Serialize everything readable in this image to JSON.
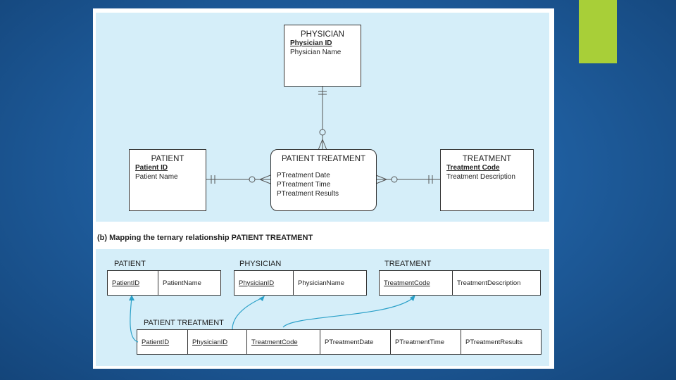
{
  "colors": {
    "accent": "#a8cf38",
    "panel": "#d5eef9",
    "connector": "#2aa0c8"
  },
  "diagram": {
    "entities": {
      "physician": {
        "title": "PHYSICIAN",
        "key": "Physician ID",
        "attrs": [
          "Physician Name"
        ]
      },
      "patient": {
        "title": "PATIENT",
        "key": "Patient ID",
        "attrs": [
          "Patient Name"
        ]
      },
      "patient_treatment": {
        "title": "PATIENT TREATMENT",
        "attrs": [
          "PTreatment Date",
          "PTreatment Time",
          "PTreatment Results"
        ]
      },
      "treatment": {
        "title": "TREATMENT",
        "key": "Treatment Code",
        "attrs": [
          "Treatment Description"
        ]
      }
    }
  },
  "caption": "(b) Mapping the ternary relationship PATIENT TREATMENT",
  "relations": {
    "patient": {
      "name": "PATIENT",
      "columns": [
        "PatientID",
        "PatientName"
      ]
    },
    "physician": {
      "name": "PHYSICIAN",
      "columns": [
        "PhysicianID",
        "PhysicianName"
      ]
    },
    "treatment": {
      "name": "TREATMENT",
      "columns": [
        "TreatmentCode",
        "TreatmentDescription"
      ]
    },
    "patient_treatment": {
      "name": "PATIENT TREATMENT",
      "columns": [
        "PatientID",
        "PhysicianID",
        "TreatmentCode",
        "PTreatmentDate",
        "PTreatmentTime",
        "PTreatmentResults"
      ]
    }
  }
}
